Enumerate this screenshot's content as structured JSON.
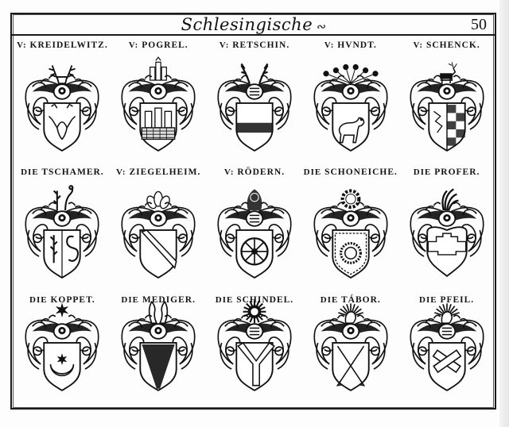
{
  "header": {
    "title": "Schlesingische",
    "page_number": "50"
  },
  "rows": [
    {
      "arms": [
        {
          "prefix": "V:",
          "name": "KREIDELWITZ.",
          "crest": "stag-antlers-head",
          "charge": "stag-head",
          "field": "plain"
        },
        {
          "prefix": "V:",
          "name": "POGREL.",
          "crest": "three-towers",
          "charge": "castle-three-towers",
          "field": "plain"
        },
        {
          "prefix": "V:",
          "name": "RETSCHIN.",
          "crest": "antlers",
          "charge": "fess",
          "field": "plain"
        },
        {
          "prefix": "V:",
          "name": "HVNDT.",
          "crest": "peacock-plumes",
          "charge": "dog",
          "field": "plain"
        },
        {
          "prefix": "V:",
          "name": "SCHENCK.",
          "crest": "stag",
          "charge": "per-pale-checky",
          "field": "per-pale"
        }
      ]
    },
    {
      "arms": [
        {
          "prefix": "DIE",
          "name": "TSCHAMER.",
          "crest": "branch-and-hook",
          "charge": "branch-and-s",
          "field": "per-pale"
        },
        {
          "prefix": "V:",
          "name": "ZIEGELHEIM.",
          "crest": "feathers",
          "charge": "bend",
          "field": "plain"
        },
        {
          "prefix": "V:",
          "name": "RÖDERN.",
          "crest": "wheel-cap",
          "charge": "wheel",
          "field": "plain"
        },
        {
          "prefix": "DIE",
          "name": "SCHONEICHE.",
          "crest": "wreath",
          "charge": "wreath-bordure",
          "field": "plain"
        },
        {
          "prefix": "DIE",
          "name": "PROFER.",
          "crest": "plumes",
          "charge": "embattled-chief",
          "field": "heart-shaped"
        }
      ]
    },
    {
      "arms": [
        {
          "prefix": "DIE",
          "name": "KOPPET.",
          "crest": "star",
          "charge": "crescent-and-star",
          "field": "plain"
        },
        {
          "prefix": "DIE",
          "name": "MEDIGER.",
          "crest": "horns",
          "charge": "pile",
          "field": "plain"
        },
        {
          "prefix": "DIE",
          "name": "SCHINDEL.",
          "crest": "sunburst-ring",
          "charge": "pall",
          "field": "plain"
        },
        {
          "prefix": "DIE",
          "name": "TÁBOR.",
          "crest": "plume-tuft",
          "charge": "crossed-arrows",
          "field": "plain"
        },
        {
          "prefix": "DIE",
          "name": "PFEIL.",
          "crest": "plume-tuft",
          "charge": "crossed-logs",
          "field": "plain"
        }
      ]
    }
  ],
  "colors": {
    "ink": "#111111",
    "paper": "#fdfdfd",
    "frame": "#1a1a1a"
  }
}
